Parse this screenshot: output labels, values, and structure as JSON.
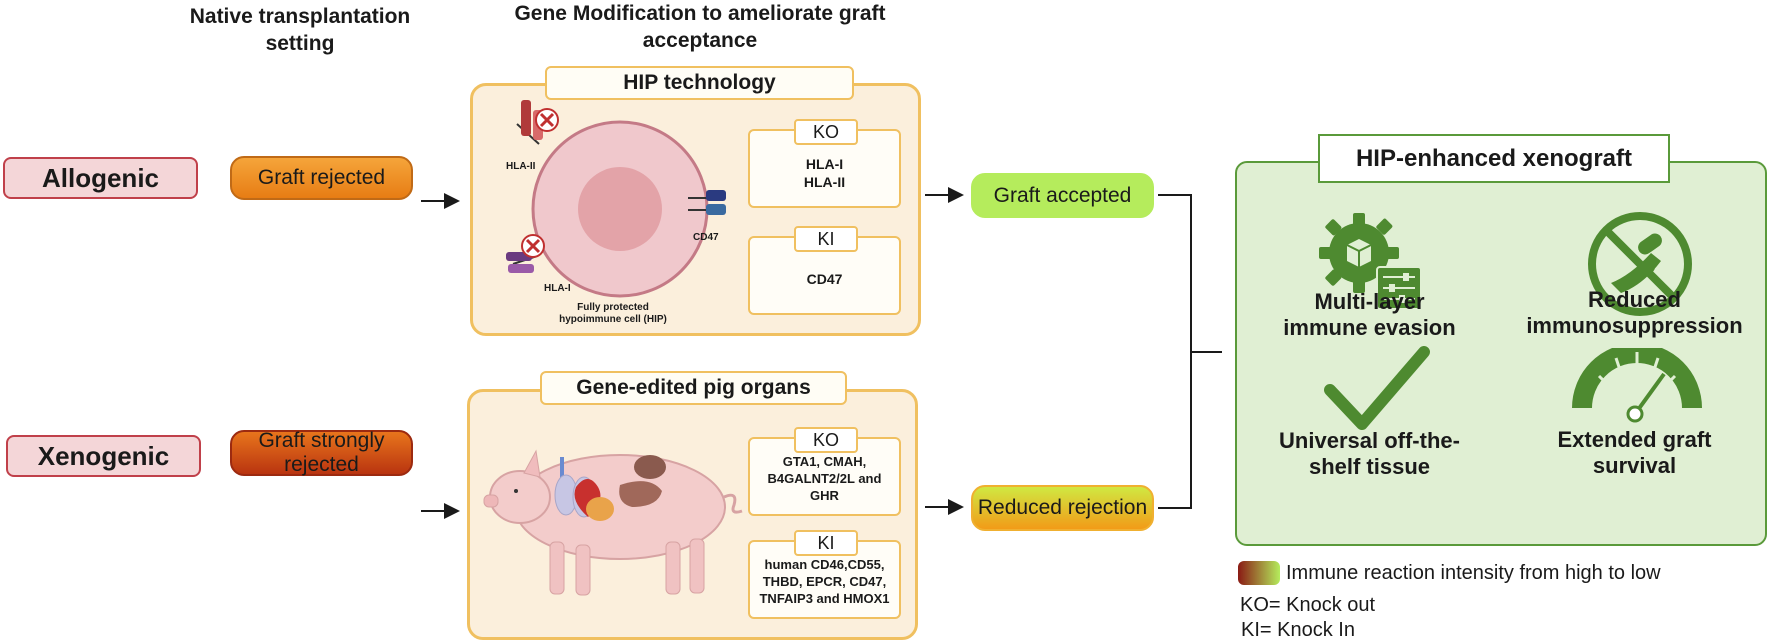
{
  "headers": {
    "native": "Native transplantation\nsetting",
    "gene_mod": "Gene Modification to ameliorate graft\nacceptance"
  },
  "rows": {
    "allogenic": "Allogenic",
    "xenogenic": "Xenogenic"
  },
  "outcomes": {
    "graft_rejected": "Graft rejected",
    "graft_strongly_rejected": "Graft strongly\nrejected",
    "graft_accepted": "Graft accepted",
    "reduced_rejection": "Reduced rejection"
  },
  "hip": {
    "title": "HIP technology",
    "ko_tag": "KO",
    "ko_text": "HLA-I\nHLA-II",
    "ki_tag": "KI",
    "ki_text": "CD47",
    "label_hla2": "HLA-II",
    "label_hla1": "HLA-I",
    "label_cd47": "CD47",
    "cell_caption": "Fully protected\nhypoimmune cell (HIP)"
  },
  "pig": {
    "title": "Gene-edited pig organs",
    "ko_tag": "KO",
    "ko_text": "GTA1, CMAH,\nB4GALNT2/2L and\nGHR",
    "ki_tag": "KI",
    "ki_text": "human CD46,CD55,\nTHBD, EPCR, CD47,\nTNFAIP3 and HMOX1"
  },
  "result": {
    "title": "HIP-enhanced xenograft",
    "benefits": [
      "Multi-layer\nimmune evasion",
      "Reduced\nimmunosuppression",
      "Universal off-the-\nshelf tissue",
      "Extended graft\nsurvival"
    ]
  },
  "legend": {
    "gradient": "Immune reaction intensity from high to low",
    "ko": "KO= Knock out",
    "ki": "KI= Knock In"
  },
  "colors": {
    "rejected": "#e88a1a",
    "strongly_rejected": "#c0401a",
    "accepted": "#b5ec5c",
    "panel_border": "#f0c060",
    "green_accent": "#4e8a30",
    "row_label_border": "#c0404a"
  }
}
